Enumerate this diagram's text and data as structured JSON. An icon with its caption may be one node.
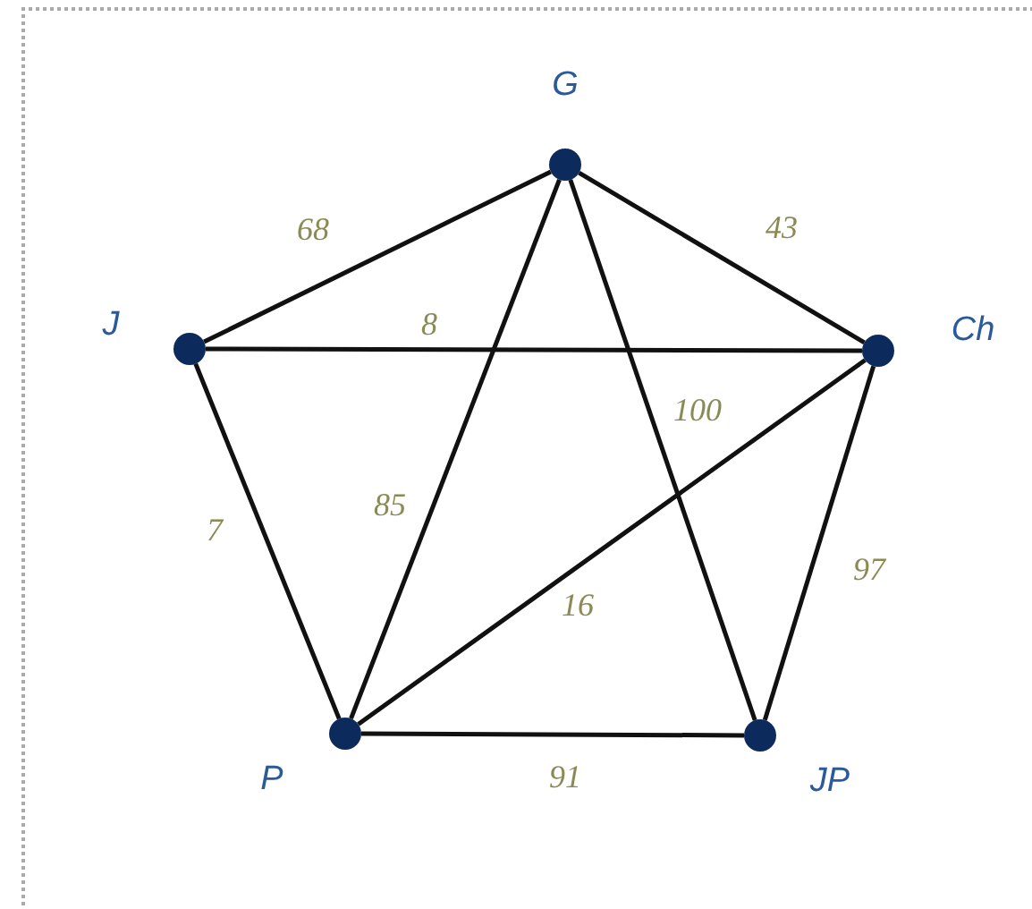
{
  "diagram": {
    "nodes": [
      {
        "text": [],
        "shape": "circle",
        "beside": [
          "G"
        ]
      },
      {
        "text": [],
        "shape": "circle",
        "beside": [
          "J"
        ]
      },
      {
        "text": [],
        "shape": "circle",
        "beside": [
          "Ch"
        ]
      },
      {
        "text": [],
        "shape": "circle",
        "beside": [
          "P"
        ]
      },
      {
        "text": [],
        "shape": "circle",
        "beside": [
          "JP"
        ]
      }
    ],
    "edges": [
      {
        "from": 0,
        "to": 1,
        "arrow": "none",
        "label": "68"
      },
      {
        "from": 0,
        "to": 2,
        "arrow": "none",
        "label": "43"
      },
      {
        "from": 1,
        "to": 2,
        "arrow": "none",
        "label": "8"
      },
      {
        "from": 0,
        "to": 3,
        "arrow": "none",
        "label": "85"
      },
      {
        "from": 0,
        "to": 4,
        "arrow": "none",
        "label": "100"
      },
      {
        "from": 1,
        "to": 3,
        "arrow": "none",
        "label": "7"
      },
      {
        "from": 2,
        "to": 3,
        "arrow": "none",
        "label": "16"
      },
      {
        "from": 2,
        "to": 4,
        "arrow": "none",
        "label": "97"
      },
      {
        "from": 3,
        "to": 4,
        "arrow": "none",
        "label": "91"
      }
    ]
  }
}
